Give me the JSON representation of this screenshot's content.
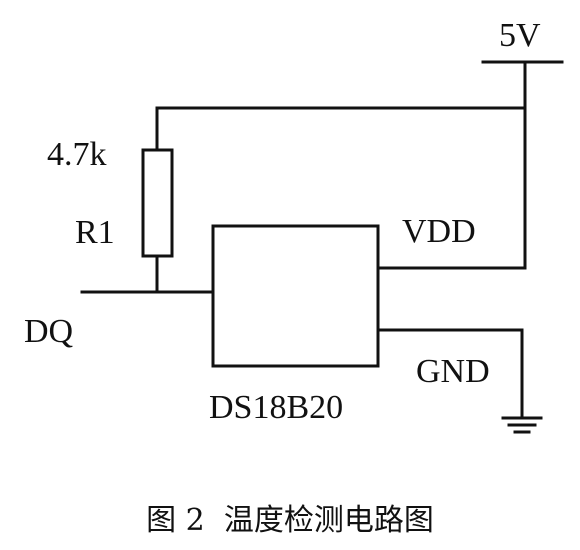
{
  "diagram": {
    "supply_label": "5V",
    "resistor_value": "4.7k",
    "resistor_ref": "R1",
    "pin_dq": "DQ",
    "pin_vdd": "VDD",
    "pin_gnd": "GND",
    "chip_label": "DS18B20"
  },
  "caption": "图 2  温度检测电路图"
}
